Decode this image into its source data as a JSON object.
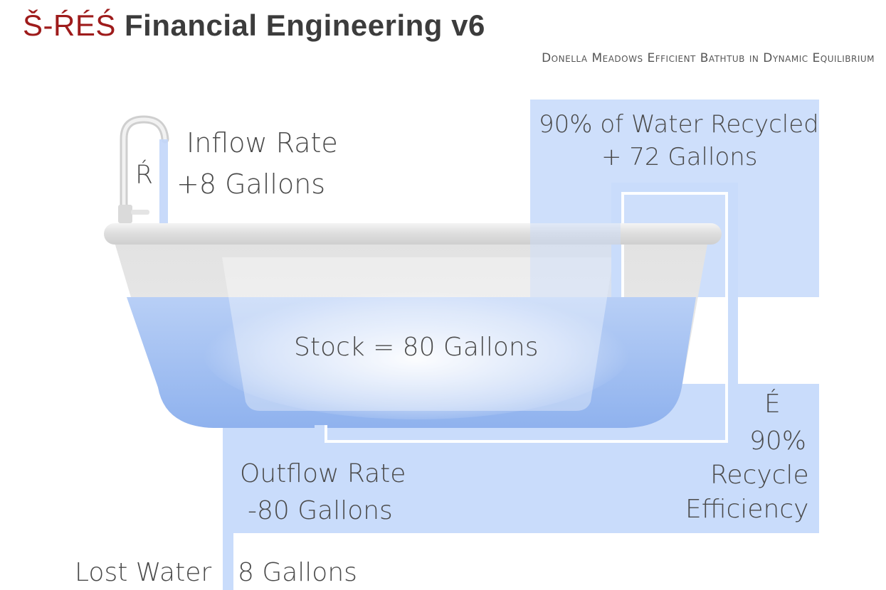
{
  "header": {
    "brand": "Š-ŔÉŚ",
    "title": "Financial Engineering v6",
    "subtitle": "Donella Meadows Efficient Bathtub in Dynamic Equilibrium"
  },
  "labels": {
    "faucet_symbol": "Ŕ",
    "inflow_title": "Inflow Rate",
    "inflow_value": "+8 Gallons",
    "recycled_title": "90% of Water Recycled",
    "recycled_value": "+ 72 Gallons",
    "stock": "Stock = 80 Gallons",
    "efficiency_symbol": "É",
    "efficiency_percent": "90%",
    "efficiency_line1": "Recycle",
    "efficiency_line2": "Efficiency",
    "outflow_title": "Outflow Rate",
    "outflow_value": "-80 Gallons",
    "lost_title": "Lost Water",
    "lost_value": "8 Gallons"
  },
  "colors": {
    "flow": "#c9dcfb",
    "water_top": "#b3ccf6",
    "water_bottom": "#8fb2ee",
    "tub": "#e6e6e6",
    "brand": "#9e1b1b"
  }
}
